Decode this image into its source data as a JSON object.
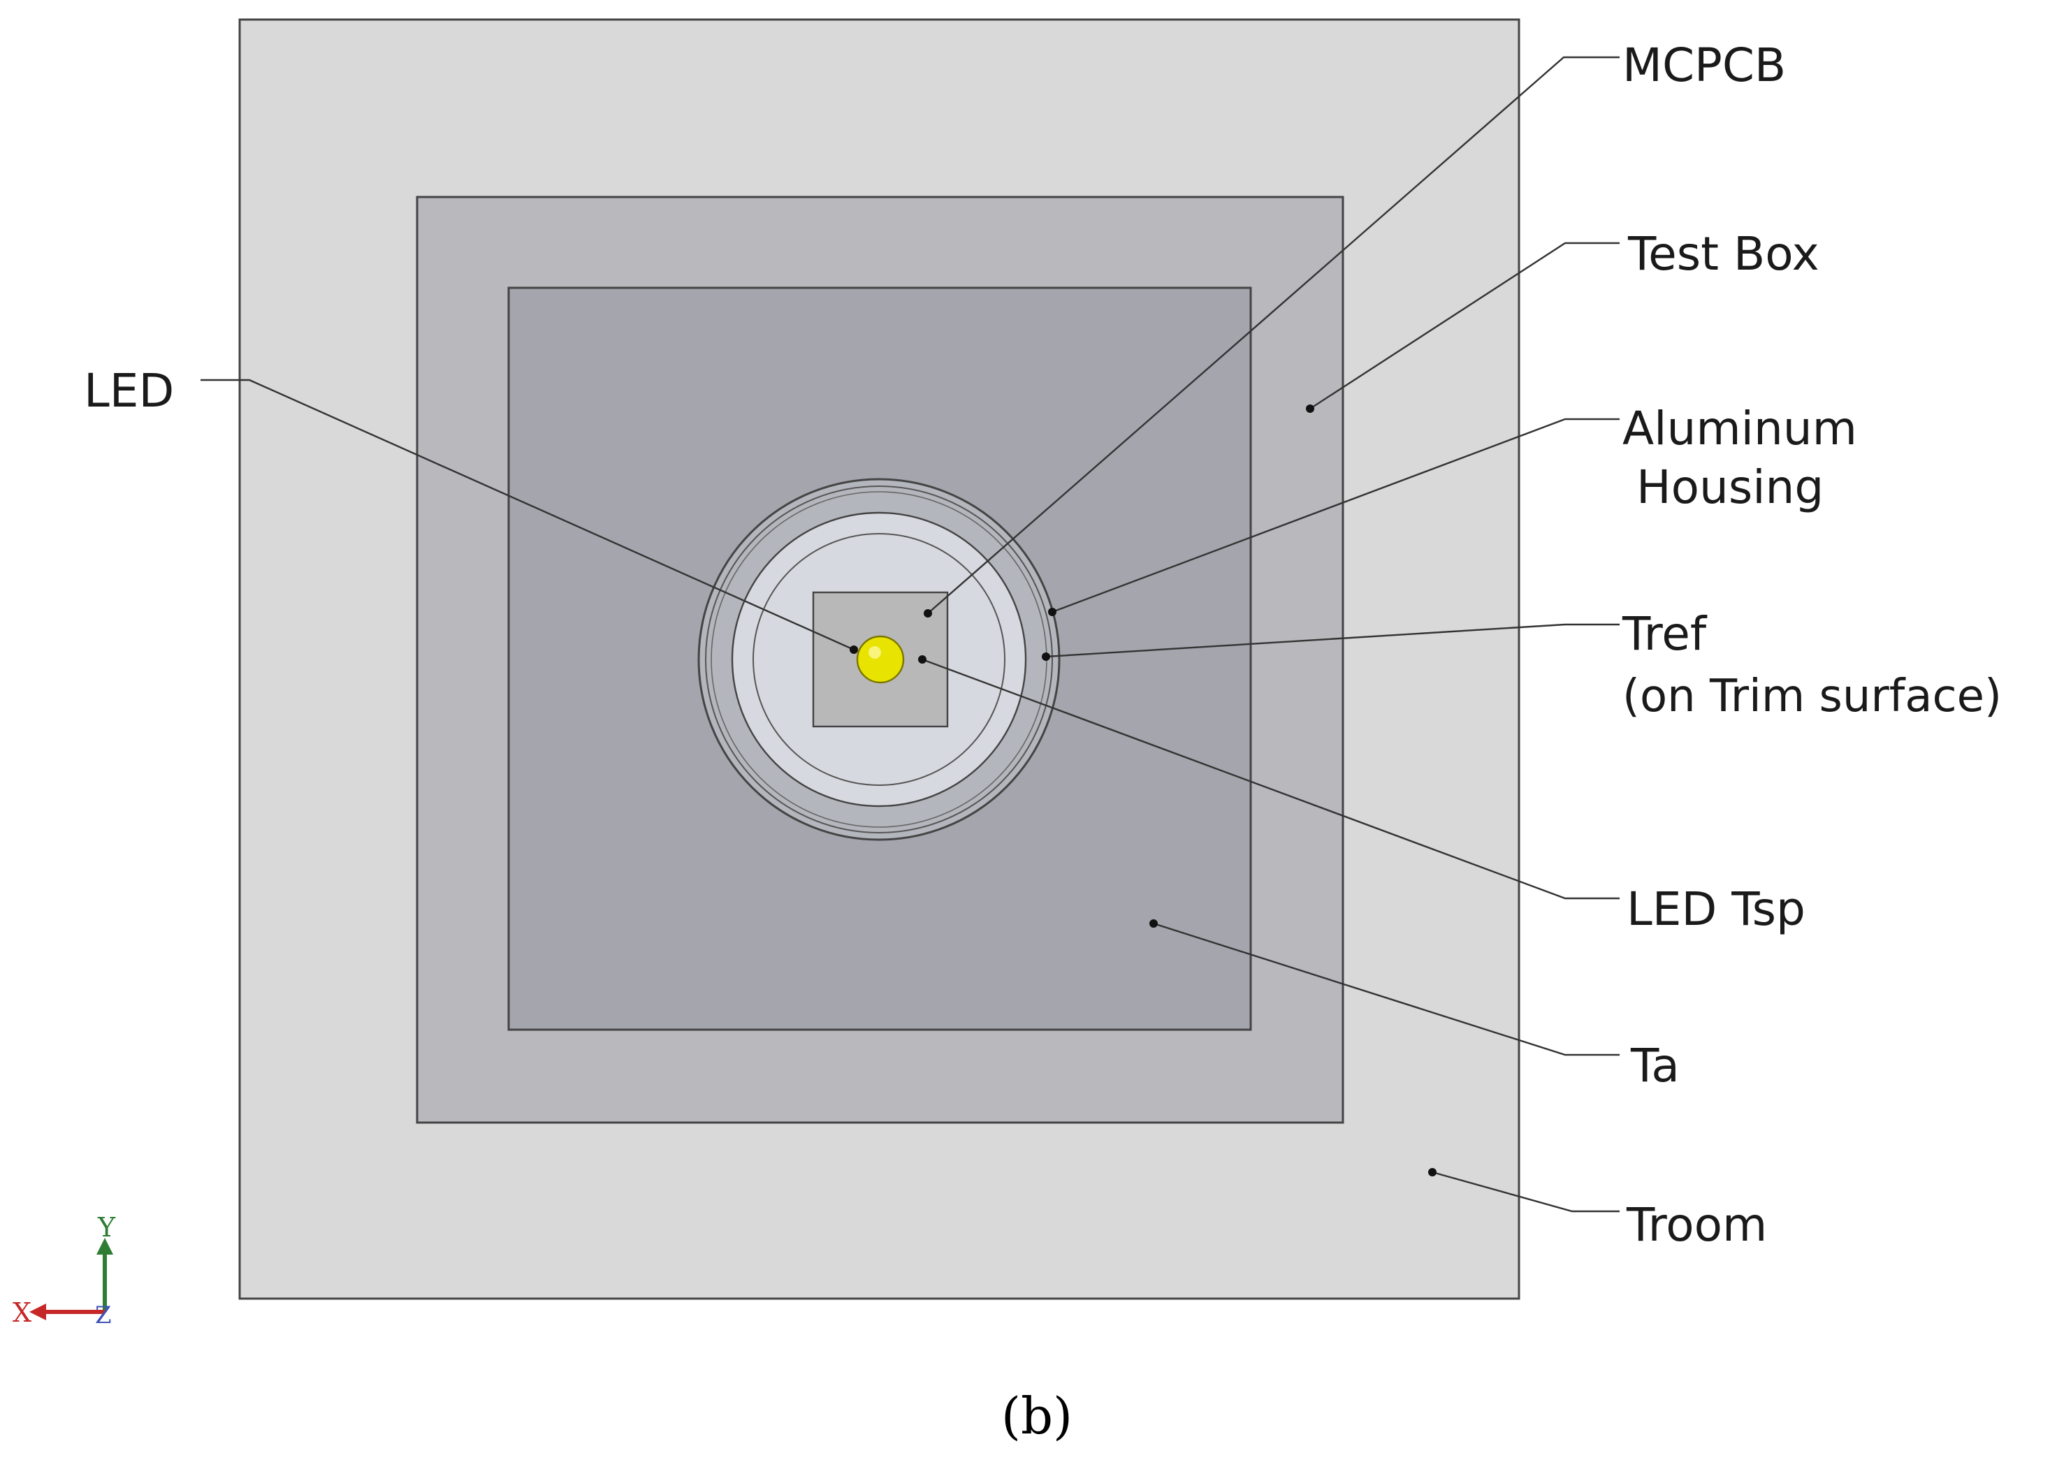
{
  "diagram": {
    "colors": {
      "room": "#d9d9d9",
      "test_box": "#b8b8bd",
      "housing": "#a4a5ad",
      "trim_outer": "#b4b6bd",
      "trim_inner": "#d7d9e0",
      "mcpcb": "#b8b8b8",
      "led": "#e8e300",
      "axis_y": "#2e7d32",
      "axis_x": "#c62828",
      "axis_z": "#3f51b5"
    },
    "labels": {
      "mcpcb": "MCPCB",
      "test_box": "Test Box",
      "aluminum_housing_line1": "Aluminum",
      "aluminum_housing_line2": "Housing",
      "tref_line1": "Tref",
      "tref_line2": "(on Trim surface)",
      "led_tsp": "LED Tsp",
      "ta": "Ta",
      "troom": "Troom",
      "led": "LED"
    },
    "axes": {
      "x": "X",
      "y": "Y",
      "z": "Z"
    },
    "caption": "(b)"
  }
}
